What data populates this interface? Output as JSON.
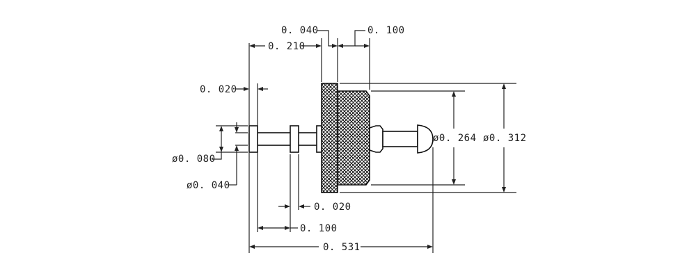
{
  "drawing": {
    "colors": {
      "line": "#222222",
      "background": "#ffffff"
    },
    "dimensions": {
      "d040_top": "0. 040",
      "d100_top": "0. 100",
      "d210": "0. 210",
      "d020_left": "0. 020",
      "dia080": "ø0. 080",
      "dia040": "ø0. 040",
      "d020_bottom": "0. 020",
      "d100_bottom": "0. 100",
      "d531": "0. 531",
      "dia264": "ø0. 264",
      "dia312": "ø0. 312"
    }
  }
}
